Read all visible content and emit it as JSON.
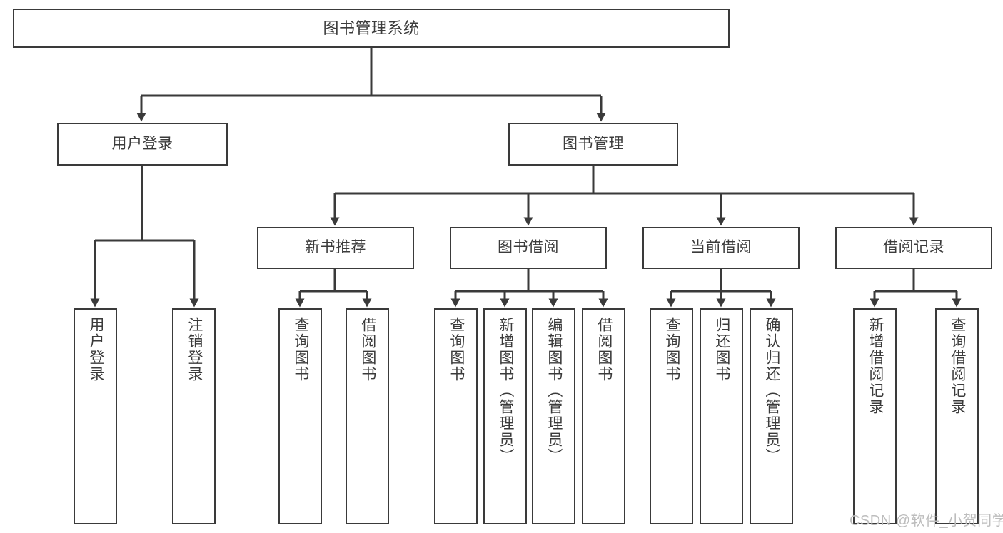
{
  "diagram": {
    "title": "图书管理系统",
    "type": "hierarchy-tree",
    "colors": {
      "box_border": "#3a3a3a",
      "box_fill": "#ffffff",
      "connector": "#3a3a3a",
      "text": "#3b3b3b",
      "watermark": "#bdbdbd",
      "background": "#ffffff"
    },
    "levels": {
      "root": {
        "label": "图书管理系统"
      },
      "level2": [
        {
          "label": "用户登录"
        },
        {
          "label": "图书管理"
        }
      ],
      "level3": [
        {
          "label": "新书推荐"
        },
        {
          "label": "图书借阅"
        },
        {
          "label": "当前借阅"
        },
        {
          "label": "借阅记录"
        }
      ],
      "leaves": {
        "user_login": [
          {
            "label": "用户登录"
          },
          {
            "label": "注销登录"
          }
        ],
        "new_book_recommend": [
          {
            "label": "查询图书"
          },
          {
            "label": "借阅图书"
          }
        ],
        "book_borrow": [
          {
            "label": "查询图书"
          },
          {
            "label": "新增图书（管理员）"
          },
          {
            "label": "编辑图书（管理员）"
          },
          {
            "label": "借阅图书"
          }
        ],
        "current_borrow": [
          {
            "label": "查询图书"
          },
          {
            "label": "归还图书"
          },
          {
            "label": "确认归还（管理员）"
          }
        ],
        "borrow_record": [
          {
            "label": "新增借阅记录"
          },
          {
            "label": "查询借阅记录"
          }
        ]
      }
    },
    "watermark": "CSDN @软件_小贺同学"
  }
}
